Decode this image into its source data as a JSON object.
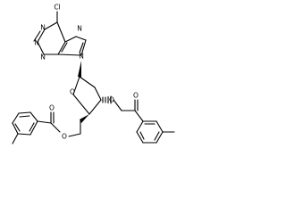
{
  "structure": {
    "atom_labels": {
      "chlorine": "Cl",
      "n_purine_top": "N",
      "n_imidazole_top": "N",
      "n_pyrimidine_left_a": "N",
      "n_pyrimidine_left_b": "N",
      "n_glycosidic": "N",
      "o_ring": "O",
      "o_ester_5": "O",
      "o_ester_3": "O",
      "o_carbonyl_left": "O",
      "o_carbonyl_right": "O"
    }
  }
}
